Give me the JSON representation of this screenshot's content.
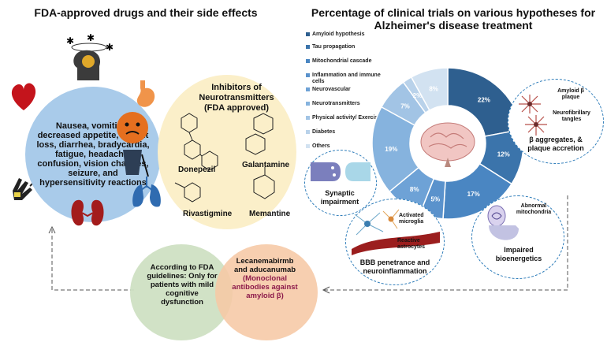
{
  "titles": {
    "left": "FDA-approved drugs and their side effects",
    "right": "Percentage of clinical trials on various hypotheses for Alzheimer's disease treatment"
  },
  "side_effects": {
    "text": "Nausea, vomiting, decreased appetite, weight loss, diarrhea, bradycardia, fatigue, headache, confusion, vision changes, seizure, and hypersensitivity reactions"
  },
  "inhibitors": {
    "title": "Inhibitors of Neurotransmitters (FDA approved)",
    "drugs": [
      "Donepezil",
      "Galantamine",
      "Rivastigmine",
      "Memantine"
    ]
  },
  "legend": [
    {
      "label": "Amyloid hypothesis",
      "color": "#2e5f8f"
    },
    {
      "label": "Tau propagation",
      "color": "#3b74ab"
    },
    {
      "label": "Mitochondrial cascade",
      "color": "#4a86c2"
    },
    {
      "label": "Inflammation and immune cells",
      "color": "#5a92cc"
    },
    {
      "label": "Neurovascular",
      "color": "#6ea2d6"
    },
    {
      "label": "Neurotransmitters",
      "color": "#86b3de"
    },
    {
      "label": "Physical activity/ Exercise",
      "color": "#a2c4e5"
    },
    {
      "label": "Diabetes",
      "color": "#b9d2ea"
    },
    {
      "label": "Others",
      "color": "#d2e2f1"
    }
  ],
  "chart_data": {
    "type": "pie",
    "labels": [
      "22%",
      "12%",
      "17%",
      "5%",
      "8%",
      "19%",
      "7%",
      "2%",
      "8%"
    ],
    "values": [
      22,
      12,
      17,
      5,
      8,
      19,
      7,
      2,
      8
    ],
    "colors": [
      "#2e5f8f",
      "#3b74ab",
      "#4a86c2",
      "#5a92cc",
      "#6ea2d6",
      "#86b3de",
      "#a2c4e5",
      "#b9d2ea",
      "#d2e2f1"
    ]
  },
  "panels": {
    "synaptic": "Synaptic impairment",
    "aggregates_caption": "β aggregates, & plaque accretion",
    "amyloid_plaque": "Amyloid β plaque",
    "tangles": "Neurofibrillary tangles",
    "bbb_caption": "BBB penetrance and neuroinflammation",
    "microglia": "Activated microglia",
    "astrocytes": "Reactive astrocytes",
    "mito_caption": "Impaired bioenergetics",
    "mito_label": "Abnormal mitochondria"
  },
  "fda": {
    "text": "According to FDA guidelines: Only for patients with mild cognitive dysfunction"
  },
  "lecanemab": {
    "main": "Lecanemabirmb and aducanumab",
    "sub": "(Monoclonal antibodies against amyloid β)"
  }
}
